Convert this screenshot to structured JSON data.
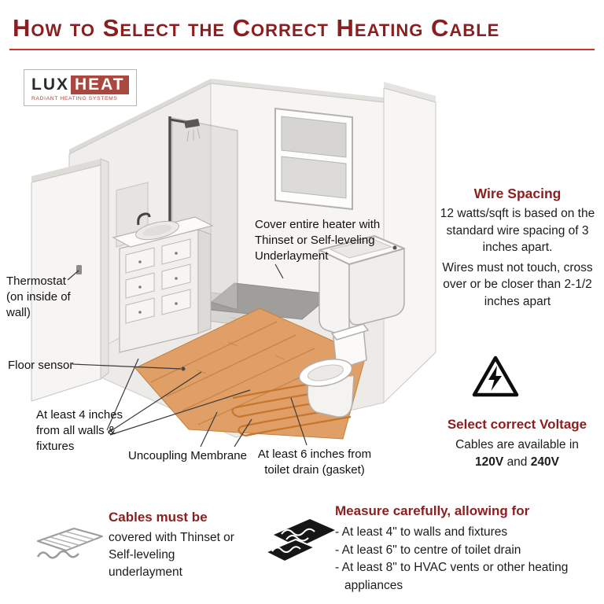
{
  "header": {
    "title": "How to Select the Correct Heating Cable"
  },
  "logo": {
    "lux": "LUX",
    "heat": "HEAT",
    "tagline": "RADIANT HEATING SYSTEMS"
  },
  "diagram": {
    "cover_note": "Cover entire heater with Thinset or Self-leveling Underlayment",
    "thermostat": "Thermostat (on inside of wall)",
    "floor_sensor": "Floor sensor",
    "clearance_walls": "At least 4 inches from all walls & fixtures",
    "uncoupling_membrane": "Uncoupling Membrane",
    "clearance_toilet": "At least 6 inches from toilet drain (gasket)"
  },
  "wire_spacing": {
    "heading": "Wire Spacing",
    "para1": "12 watts/sqft is based on the standard wire spacing of 3 inches apart.",
    "para2": "Wires must not touch, cross over or be closer than 2-1/2 inches apart"
  },
  "voltage": {
    "heading": "Select correct Voltage",
    "line": "Cables are available in",
    "v1": "120V",
    "conj": "and",
    "v2": "240V"
  },
  "cables_note": {
    "heading": "Cables must be",
    "body": "covered with Thinset or Self-leveling underlayment"
  },
  "measure": {
    "heading": "Measure carefully, allowing for",
    "items": [
      "- At least 4\" to walls and fixtures",
      "- At least 6\" to centre of toilet drain",
      "- At least 8\" to HVAC vents or other heating appliances"
    ]
  },
  "colors": {
    "accent": "#8b1f1f",
    "rule": "#c7392c",
    "logo_red": "#a8483f",
    "heated_floor": "#df9f66"
  }
}
